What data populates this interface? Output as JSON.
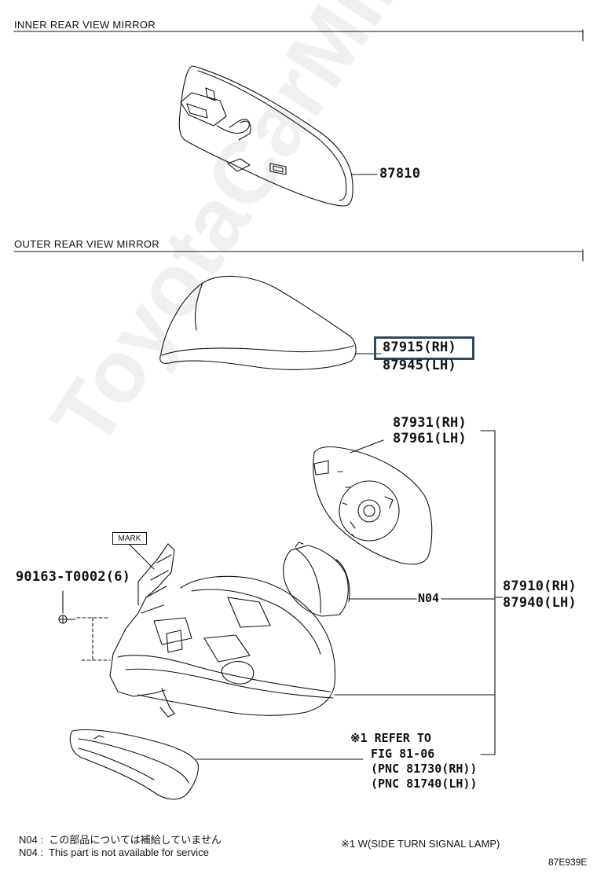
{
  "sections": {
    "inner_title": "INNER REAR VIEW MIRROR",
    "outer_title": "OUTER REAR VIEW MIRROR"
  },
  "parts": {
    "inner_mirror": "87810",
    "cover_rh": "87915(RH)",
    "cover_lh": "87945(LH)",
    "glass_rh": "87931(RH)",
    "glass_lh": "87961(LH)",
    "assy_rh": "87910(RH)",
    "assy_lh": "87940(LH)",
    "screw": "90163-T0002(6)",
    "motor_note": "N04",
    "mark_label": "MARK"
  },
  "refer": {
    "line1": "※1 REFER TO",
    "line2": "FIG 81-06",
    "line3": "(PNC 81730(RH))",
    "line4": "(PNC 81740(LH))"
  },
  "footnotes": {
    "n04_jp": "N04 :  この部品については補給していません",
    "n04_en": "N04 :  This part is not available for service",
    "w_note": "※1 W(SIDE TURN SIGNAL LAMP)",
    "fig_code": "87E939E"
  },
  "watermark": "ToyotaCarMine.ru",
  "colors": {
    "highlight": "#2f4a5c",
    "line": "#111111"
  }
}
